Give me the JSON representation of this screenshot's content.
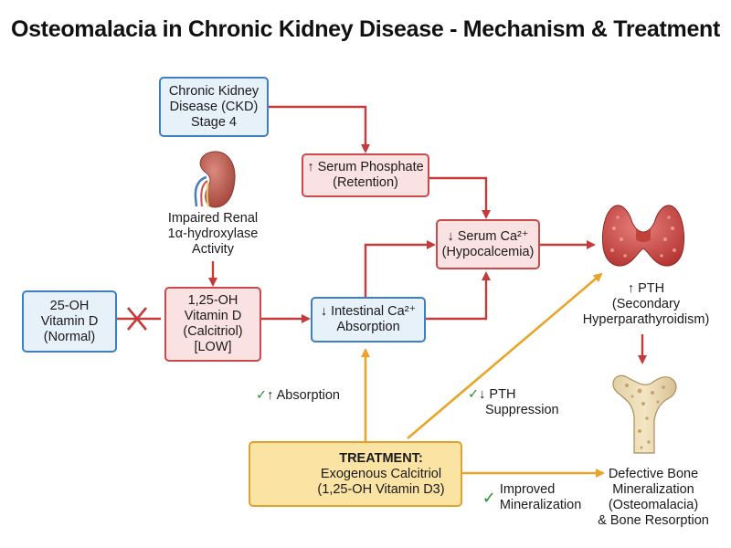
{
  "title": "Osteomalacia in Chronic Kidney Disease - Mechanism & Treatment",
  "colors": {
    "blue_fill": "#e6f1fa",
    "blue_border": "#3f7fbf",
    "red_fill": "#fbe2e2",
    "red_border": "#c84a4a",
    "gold_fill": "#fbe3a3",
    "gold_border": "#e0a42e",
    "red_arrow": "#c43b3b",
    "gold_arrow": "#e8a52a",
    "check": "#2e8b3a"
  },
  "nodes": {
    "ckd": [
      "Chronic Kidney",
      "Disease (CKD)",
      "Stage 4"
    ],
    "phosphate": [
      "↑ Serum Phosphate",
      "(Retention)"
    ],
    "impaired": [
      "Impaired Renal",
      "1α-hydroxylase",
      "Activity"
    ],
    "serum_ca": [
      "↓ Serum Ca²⁺",
      "(Hypocalcemia)"
    ],
    "vitd25": [
      "25-OH",
      "Vitamin D",
      "(Normal)"
    ],
    "calcitriol": [
      "1,25-OH",
      "Vitamin D",
      "(Calcitriol)",
      "[LOW]"
    ],
    "intestinal": [
      "↓ Intestinal Ca²⁺",
      "Absorption"
    ],
    "pth": [
      "↑ PTH",
      "(Secondary",
      "Hyperparathyroidism)"
    ],
    "treatment": [
      "TREATMENT:",
      "Exogenous Calcitriol",
      "(1,25-OH Vitamin D3)"
    ],
    "bone": [
      "Defective Bone",
      "Mineralization",
      "(Osteomalacia)",
      "& Bone Resorption"
    ]
  },
  "labels": {
    "absorption": "↑ Absorption",
    "pth_suppression": [
      "↓ PTH",
      "Suppression"
    ],
    "improved": [
      "Improved",
      "Mineralization"
    ],
    "check_mark": "✓"
  },
  "icons": [
    "kidney-icon",
    "thyroid-icon",
    "femur-bone-icon",
    "pill-icon",
    "x-mark-icon"
  ]
}
